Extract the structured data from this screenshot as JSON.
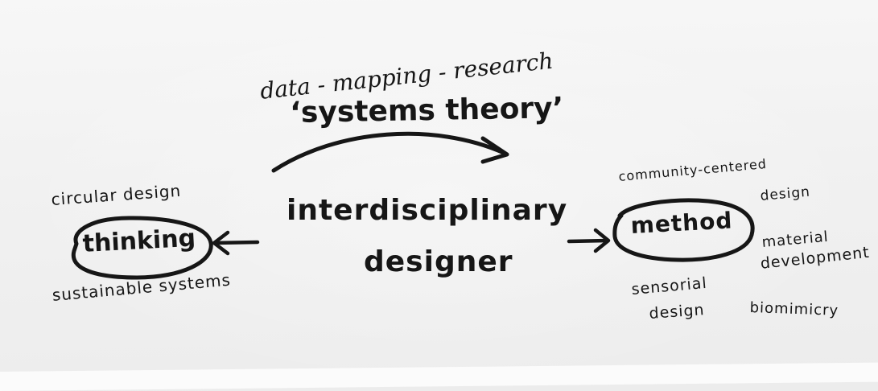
{
  "top": {
    "keywords": "data - mapping - research",
    "theory": "‘systems theory’"
  },
  "center": {
    "line1": "interdisciplinary",
    "line2": "designer"
  },
  "left": {
    "node": "thinking",
    "above": "circular design",
    "below": "sustainable systems"
  },
  "right": {
    "node": "method",
    "community_line1": "community-centered",
    "community_line2": "design",
    "material_line1": "material",
    "material_line2": "development",
    "sensorial_line1": "sensorial",
    "sensorial_line2": "design",
    "biomimicry": "biomimicry"
  },
  "colors": {
    "ink": "#161616",
    "paper": "#f3f3f3"
  }
}
